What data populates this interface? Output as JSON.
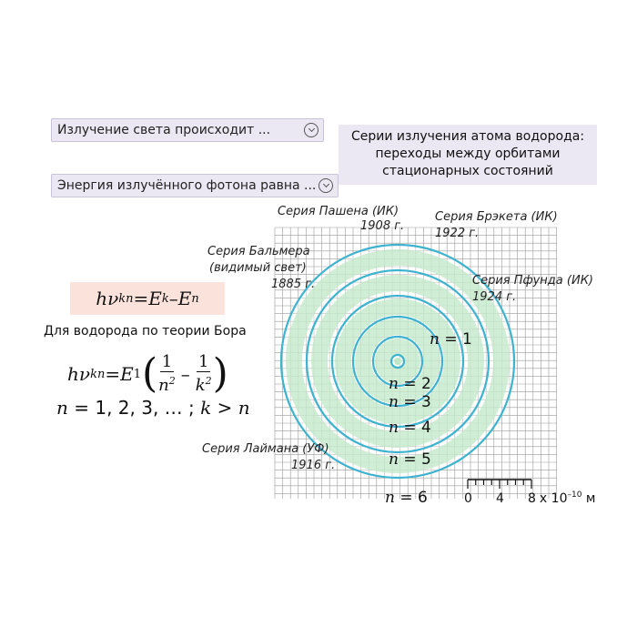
{
  "dropdowns": {
    "emission": {
      "label": "Излучение света происходит ...",
      "icon": "chevron-down-circle-icon"
    },
    "photon_energy": {
      "label": "Энергия излучённого фотона равна ...",
      "icon": "chevron-down-circle-icon"
    }
  },
  "info_box": {
    "lines": [
      "Серии излучения атома водорода:",
      "переходы между орбитами",
      "стационарных состояний"
    ]
  },
  "formula_main": {
    "h": "h",
    "nu": "ν",
    "sub1": "kn",
    "eq": " = ",
    "E1": "E",
    "sub_k": "k",
    "minus": " – ",
    "E2": "E",
    "sub_n": "n"
  },
  "bohr": {
    "label": "Для водорода по теории Бора",
    "h": "h",
    "nu": "ν",
    "sub": "kn",
    "eq": " = ",
    "E": "E",
    "E_sub": "1",
    "one": "1",
    "n": "n",
    "k": "k",
    "sq": "2",
    "minus": "–"
  },
  "n_values": {
    "n": "n",
    "list": " = 1, 2, 3, … ; ",
    "k": "k",
    "cond": " > ",
    "n2": "n"
  },
  "series": [
    {
      "name": "Серия Пашена (ИК)",
      "year": "1908 г."
    },
    {
      "name": "Серия Брэкета (ИК)",
      "year": "1922 г."
    },
    {
      "name": "Серия Бальмера",
      "name2": "(видимый свет)",
      "year": "1885 г."
    },
    {
      "name": "Серия Пфунда (ИК)",
      "year": "1924 г."
    },
    {
      "name": "Серия Лаймана (УФ)",
      "year": "1916 г."
    }
  ],
  "orbit_labels": [
    "1",
    "2",
    "3",
    "4",
    "5",
    "6"
  ],
  "orbit_var": "n",
  "orbit_eq": " = ",
  "scale": {
    "ticks": [
      "0",
      "4",
      "8"
    ],
    "unit": "x 10",
    "exp": "–10",
    "unit2": " м"
  },
  "colors": {
    "orbit": "#3db3cf",
    "glow": "#bfe8c7",
    "grid": "#9a9a9a",
    "dropdown_bg": "#ece8f3",
    "formula_bg": "#fbe3dc"
  }
}
